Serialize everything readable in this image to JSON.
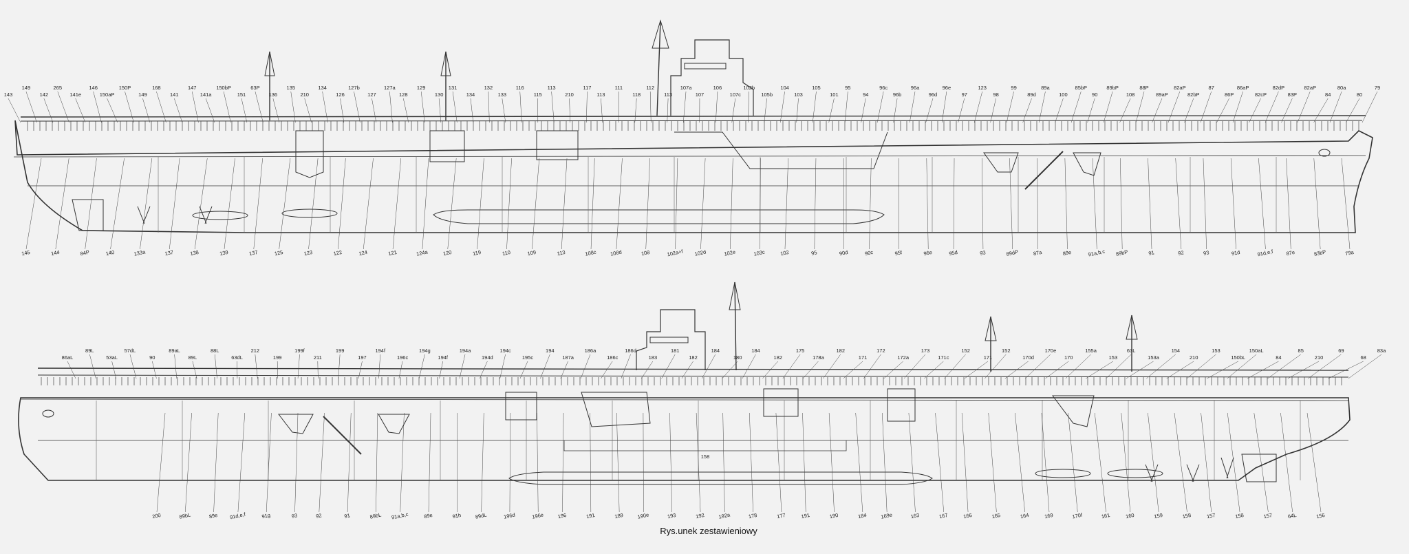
{
  "caption": "Rys.unek zestawieniowy",
  "top_view": {
    "upper_labels": [
      "143",
      "149",
      "142",
      "265",
      "141e",
      "146",
      "150aP",
      "150P",
      "149",
      "168",
      "141",
      "147",
      "141a",
      "150bP",
      "151",
      "63P",
      "136",
      "135",
      "210",
      "134",
      "126",
      "127b",
      "127",
      "127a",
      "128",
      "129",
      "130",
      "131",
      "134",
      "132",
      "133",
      "116",
      "115",
      "113",
      "210",
      "117",
      "113",
      "111",
      "118",
      "112",
      "113",
      "107a",
      "107",
      "106",
      "107c",
      "102b",
      "105b",
      "104",
      "103",
      "105",
      "101",
      "95",
      "94",
      "96c",
      "96b",
      "96a",
      "96d",
      "96e",
      "97",
      "123",
      "98",
      "99",
      "89d",
      "89a",
      "100",
      "85bP",
      "90",
      "89bP",
      "108",
      "88P",
      "89aP",
      "82aP",
      "82bP",
      "87",
      "86P",
      "86aP",
      "82cP",
      "82dP",
      "83P",
      "82aP",
      "84",
      "80a",
      "80",
      "79"
    ],
    "lower_labels": [
      "145",
      "144",
      "84P",
      "140",
      "133a",
      "137",
      "138",
      "139",
      "137",
      "125",
      "123",
      "122",
      "124",
      "121",
      "124a",
      "120",
      "119",
      "110",
      "109",
      "113",
      "108c",
      "108d",
      "108",
      "102a+f",
      "102d",
      "102e",
      "103c",
      "102",
      "95",
      "90d",
      "90c",
      "95f",
      "96e",
      "95d",
      "93",
      "89dP",
      "87a",
      "89e",
      "91a,b,c",
      "89bP",
      "91",
      "92",
      "93",
      "91d",
      "91d,e,f",
      "87e",
      "83bP",
      "79a"
    ]
  },
  "bottom_view": {
    "upper_labels": [
      "86aL",
      "89L",
      "53aL",
      "57dL",
      "90",
      "89aL",
      "89L",
      "88L",
      "63dL",
      "212",
      "199",
      "199f",
      "211",
      "199",
      "197",
      "194f",
      "196c",
      "194g",
      "194f",
      "194a",
      "194d",
      "194c",
      "195c",
      "194",
      "187a",
      "186a",
      "186c",
      "186d",
      "183",
      "181",
      "182",
      "184",
      "180",
      "184",
      "182",
      "175",
      "178a",
      "182",
      "171",
      "172",
      "172a",
      "173",
      "171c",
      "152",
      "171",
      "152",
      "170d",
      "170e",
      "170",
      "155a",
      "153",
      "63L",
      "153a",
      "154",
      "210",
      "153",
      "150bL",
      "150aL",
      "84",
      "85",
      "210",
      "69",
      "68",
      "83a"
    ],
    "lower_labels": [
      "200",
      "89bL",
      "89e",
      "91d,e,f",
      "91g",
      "93",
      "92",
      "91",
      "89bL",
      "91a,b,c",
      "89e",
      "91h",
      "89dL",
      "196d",
      "196e",
      "196",
      "191",
      "189",
      "190e",
      "193",
      "192",
      "192a",
      "178",
      "177",
      "191",
      "190",
      "184",
      "169e",
      "163",
      "167",
      "166",
      "165",
      "164",
      "169",
      "170f",
      "161",
      "160",
      "159",
      "158",
      "157",
      "158",
      "157",
      "64L",
      "156"
    ],
    "mid_label": "158"
  }
}
